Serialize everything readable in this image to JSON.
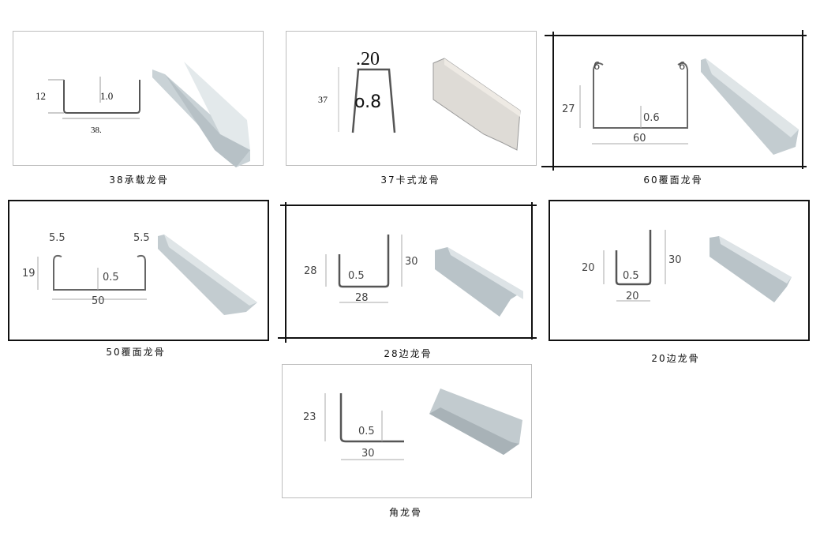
{
  "items": [
    {
      "caption": "38承载龙骨",
      "dims": {
        "height": "12",
        "thickness": "1.0",
        "width": "38."
      }
    },
    {
      "caption": "37卡式龙骨",
      "dims": {
        "top": ".20",
        "height": "37",
        "thickness": "o.8"
      }
    },
    {
      "caption": "60覆面龙骨",
      "dims": {
        "lip_left": "6",
        "lip_right": "6",
        "height": "27",
        "thickness": "0.6",
        "width": "60"
      }
    },
    {
      "caption": "50覆面龙骨",
      "dims": {
        "lip_left": "5.5",
        "lip_right": "5.5",
        "height": "19",
        "thickness": "0.5",
        "width": "50"
      }
    },
    {
      "caption": "28边龙骨",
      "dims": {
        "height_short": "28",
        "height_tall": "30",
        "thickness": "0.5",
        "width": "28"
      }
    },
    {
      "caption": "20边龙骨",
      "dims": {
        "height_short": "20",
        "height_tall": "30",
        "thickness": "0.5",
        "width": "20"
      }
    },
    {
      "caption": "角龙骨",
      "dims": {
        "height": "23",
        "thickness": "0.5",
        "width": "30"
      }
    }
  ]
}
